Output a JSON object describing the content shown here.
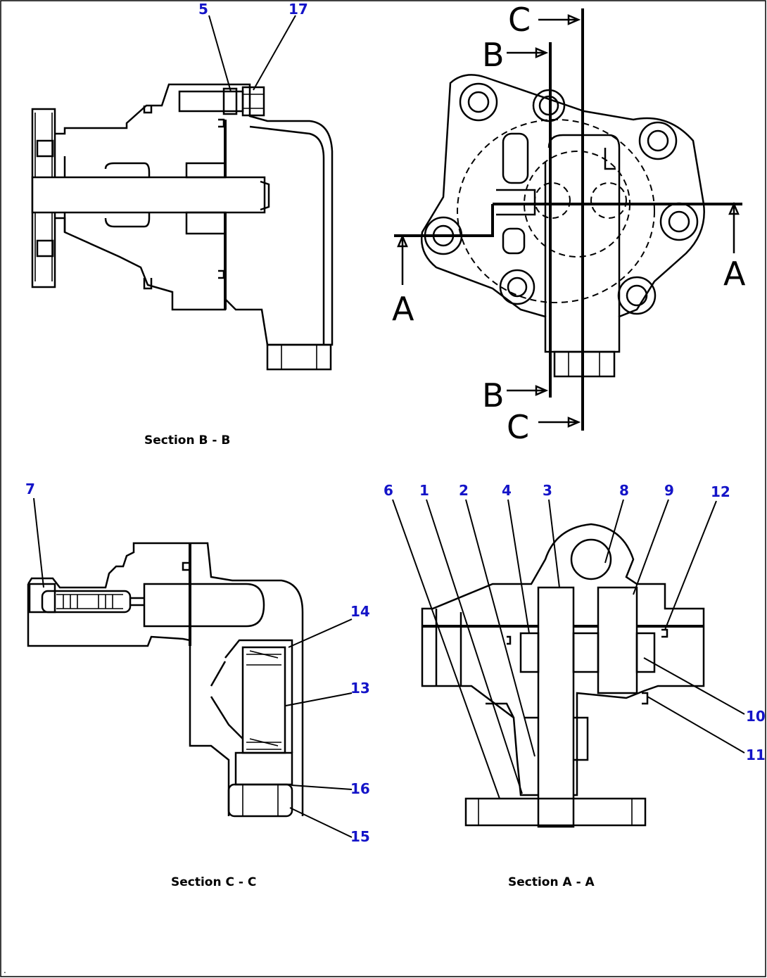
{
  "captions": {
    "section_bb": "Section B - B",
    "section_cc": "Section C - C",
    "section_aa": "Section A - A"
  },
  "section_markers": {
    "a_left": "A",
    "a_right": "A",
    "b_top": "B",
    "b_bottom": "B",
    "c_top": "C",
    "c_bottom": "C"
  },
  "part_numbers": {
    "p1": "1",
    "p2": "2",
    "p3": "3",
    "p4": "4",
    "p5": "5",
    "p6": "6",
    "p7": "7",
    "p8": "8",
    "p9": "9",
    "p10": "10",
    "p11": "11",
    "p12": "12",
    "p13": "13",
    "p14": "14",
    "p15": "15",
    "p16": "16",
    "p17": "17"
  },
  "colors": {
    "callout": "#1414c8",
    "line": "#000000",
    "background": "#ffffff"
  },
  "corner_mark": "."
}
